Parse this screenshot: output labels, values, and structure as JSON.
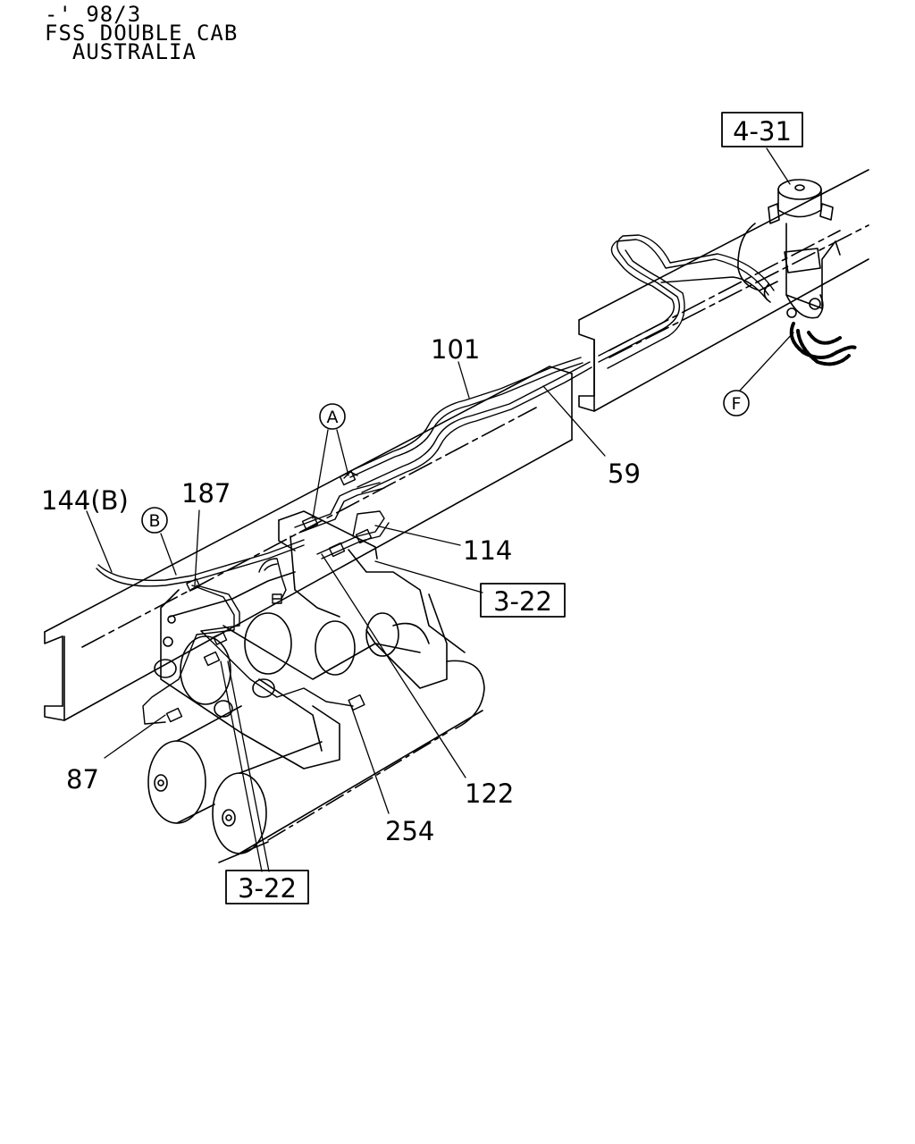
{
  "header": {
    "line1": "-' 98/3",
    "line2": "FSS DOUBLE CAB",
    "line3": "  AUSTRALIA"
  },
  "refs": {
    "r431": "4-31",
    "r322a": "3-22",
    "r322b": "3-22"
  },
  "callouts": {
    "a": "A",
    "b": "B",
    "f": "F"
  },
  "parts": {
    "p101": "101",
    "p59": "59",
    "p144": "144(B)",
    "p187": "187",
    "p114": "114",
    "p87": "87",
    "p122": "122",
    "p254": "254"
  }
}
